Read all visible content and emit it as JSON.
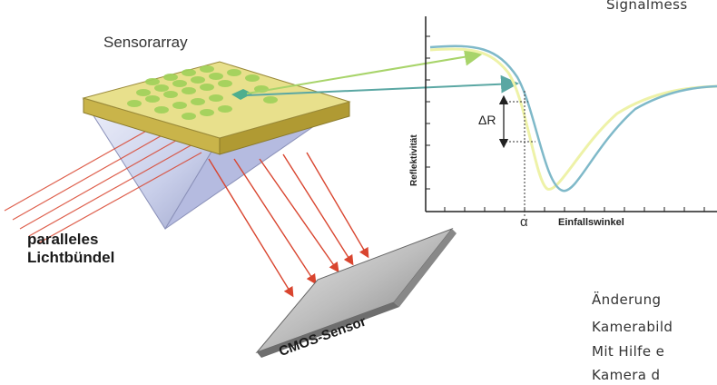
{
  "header_fragment": "Signalmess",
  "labels": {
    "sensorarray": "Sensorarray",
    "beam_line1": "paralleles",
    "beam_line2": "Lichtbündel",
    "cmos": "CMOS-Sensor"
  },
  "chart": {
    "ylabel": "Reflektivität",
    "xlabel": "Einfallswinkel",
    "alpha": "α",
    "delta_r": "ΔR"
  },
  "body_text": [
    "Änderung",
    "Kamerabild",
    "Mit Hilfe e",
    "Kamera d"
  ],
  "colors": {
    "sensor_top": "#e8e08c",
    "sensor_side": "#c9b44a",
    "spots": "#9fd15a",
    "highlight_spot": "#4fae8e",
    "prism": "#cdd3ec",
    "beam": "#d9452f",
    "curve_yellow": "#eef2a8",
    "curve_blue": "#7fb9c9",
    "arrow_green": "#a8d46a",
    "arrow_teal": "#5aa7a3",
    "cmos_face": "#c8c8c8"
  }
}
